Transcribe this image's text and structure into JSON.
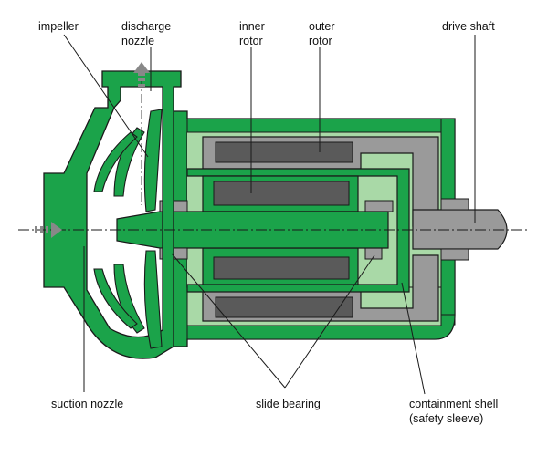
{
  "labels": {
    "impeller": "impeller",
    "discharge_nozzle": [
      "discharge",
      "nozzle"
    ],
    "inner_rotor": [
      "inner",
      "rotor"
    ],
    "outer_rotor": [
      "outer",
      "rotor"
    ],
    "drive_shaft": "drive shaft",
    "suction_nozzle": "suction nozzle",
    "slide_bearing": "slide bearing",
    "containment_shell": [
      "containment shell",
      "(safety sleeve)"
    ]
  },
  "colors": {
    "casing_green": "#1ba34a",
    "light_green": "#a9d9a7",
    "shell_gray": "#9a9a9a",
    "magnet_dark": "#5a5a5a",
    "bearing_gray": "#9c9c9c",
    "outline": "#1a1a1a"
  },
  "icons": {
    "discharge_flow": "arrow-up-dashed-icon",
    "suction_flow": "arrow-right-dashed-icon"
  }
}
